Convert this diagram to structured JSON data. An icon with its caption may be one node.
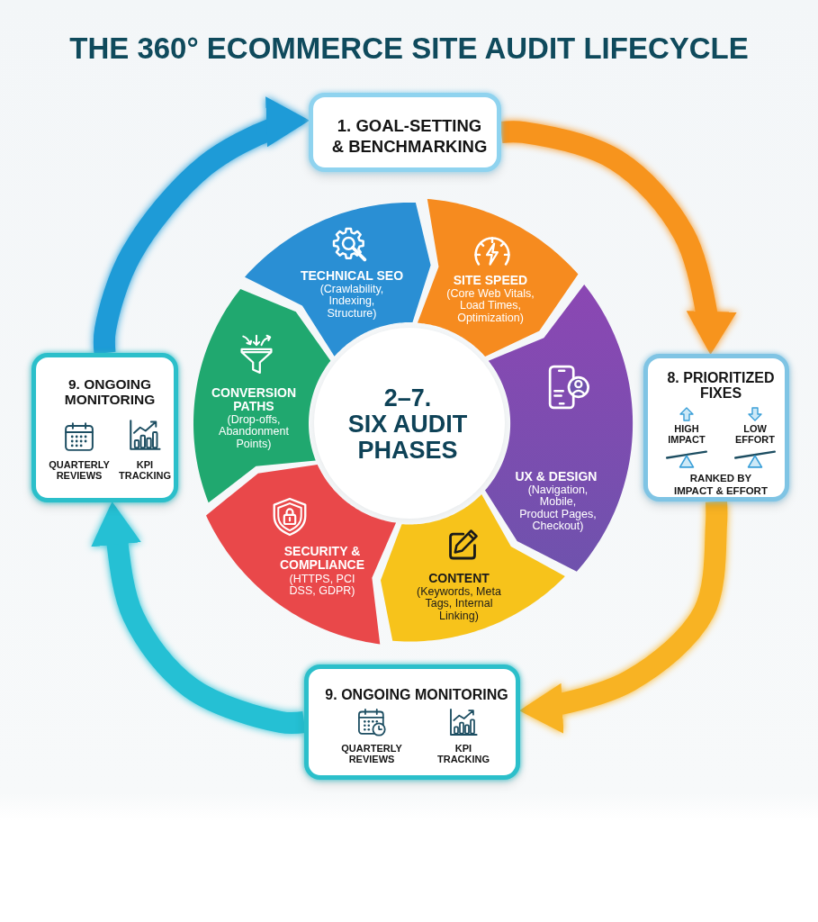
{
  "diagram": {
    "title": "THE 360° ECOMMERCE SITE AUDIT LIFECYCLE",
    "nodes": [
      {
        "text": [
          "1. GOAL-SETTING & BENCHMARKING"
        ]
      },
      {
        "text": [
          "8. PRIORITIZED FIXES",
          "HIGH IMPACT",
          "LOW EFFORT",
          "RANKED BY IMPACT & EFFORT"
        ]
      },
      {
        "text": [
          "9. ONGOING MONITORING",
          "QUARTERLY REVIEWS",
          "KPI TRACKING"
        ]
      },
      {
        "text": [
          "9. ONGOING MONITORING",
          "QUARTERLY REVIEWS",
          "KPI TRACKING"
        ]
      },
      {
        "text": [
          "2–7. SIX AUDIT PHASES"
        ]
      },
      {
        "text": [
          "TECHNICAL SEO",
          "(Crawlability, Indexing, Structure)"
        ]
      },
      {
        "text": [
          "SITE SPEED",
          "(Core Web Vitals, Load Times, Optimization)"
        ]
      },
      {
        "text": [
          "UX & DESIGN",
          "(Navigation, Mobile, Product Pages, Checkout)"
        ]
      },
      {
        "text": [
          "CONTENT",
          "(Keywords, Meta Tags, Internal Linking)"
        ]
      },
      {
        "text": [
          "SECURITY & COMPLIANCE",
          "(HTTPS, PCI DSS, GDPR)"
        ]
      },
      {
        "text": [
          "CONVERSION PATHS",
          "(Drop-offs, Abandonment Points)"
        ]
      }
    ],
    "edges": [
      {
        "from": 0,
        "to": 1,
        "arrow": "to",
        "color": "#f7941d"
      },
      {
        "from": 1,
        "to": 2,
        "arrow": "to",
        "color": "#f8b323"
      },
      {
        "from": 2,
        "to": 3,
        "arrow": "to",
        "color": "#25c0d4"
      },
      {
        "from": 3,
        "to": 0,
        "arrow": "to",
        "color": "#1e9bd7"
      }
    ]
  }
}
